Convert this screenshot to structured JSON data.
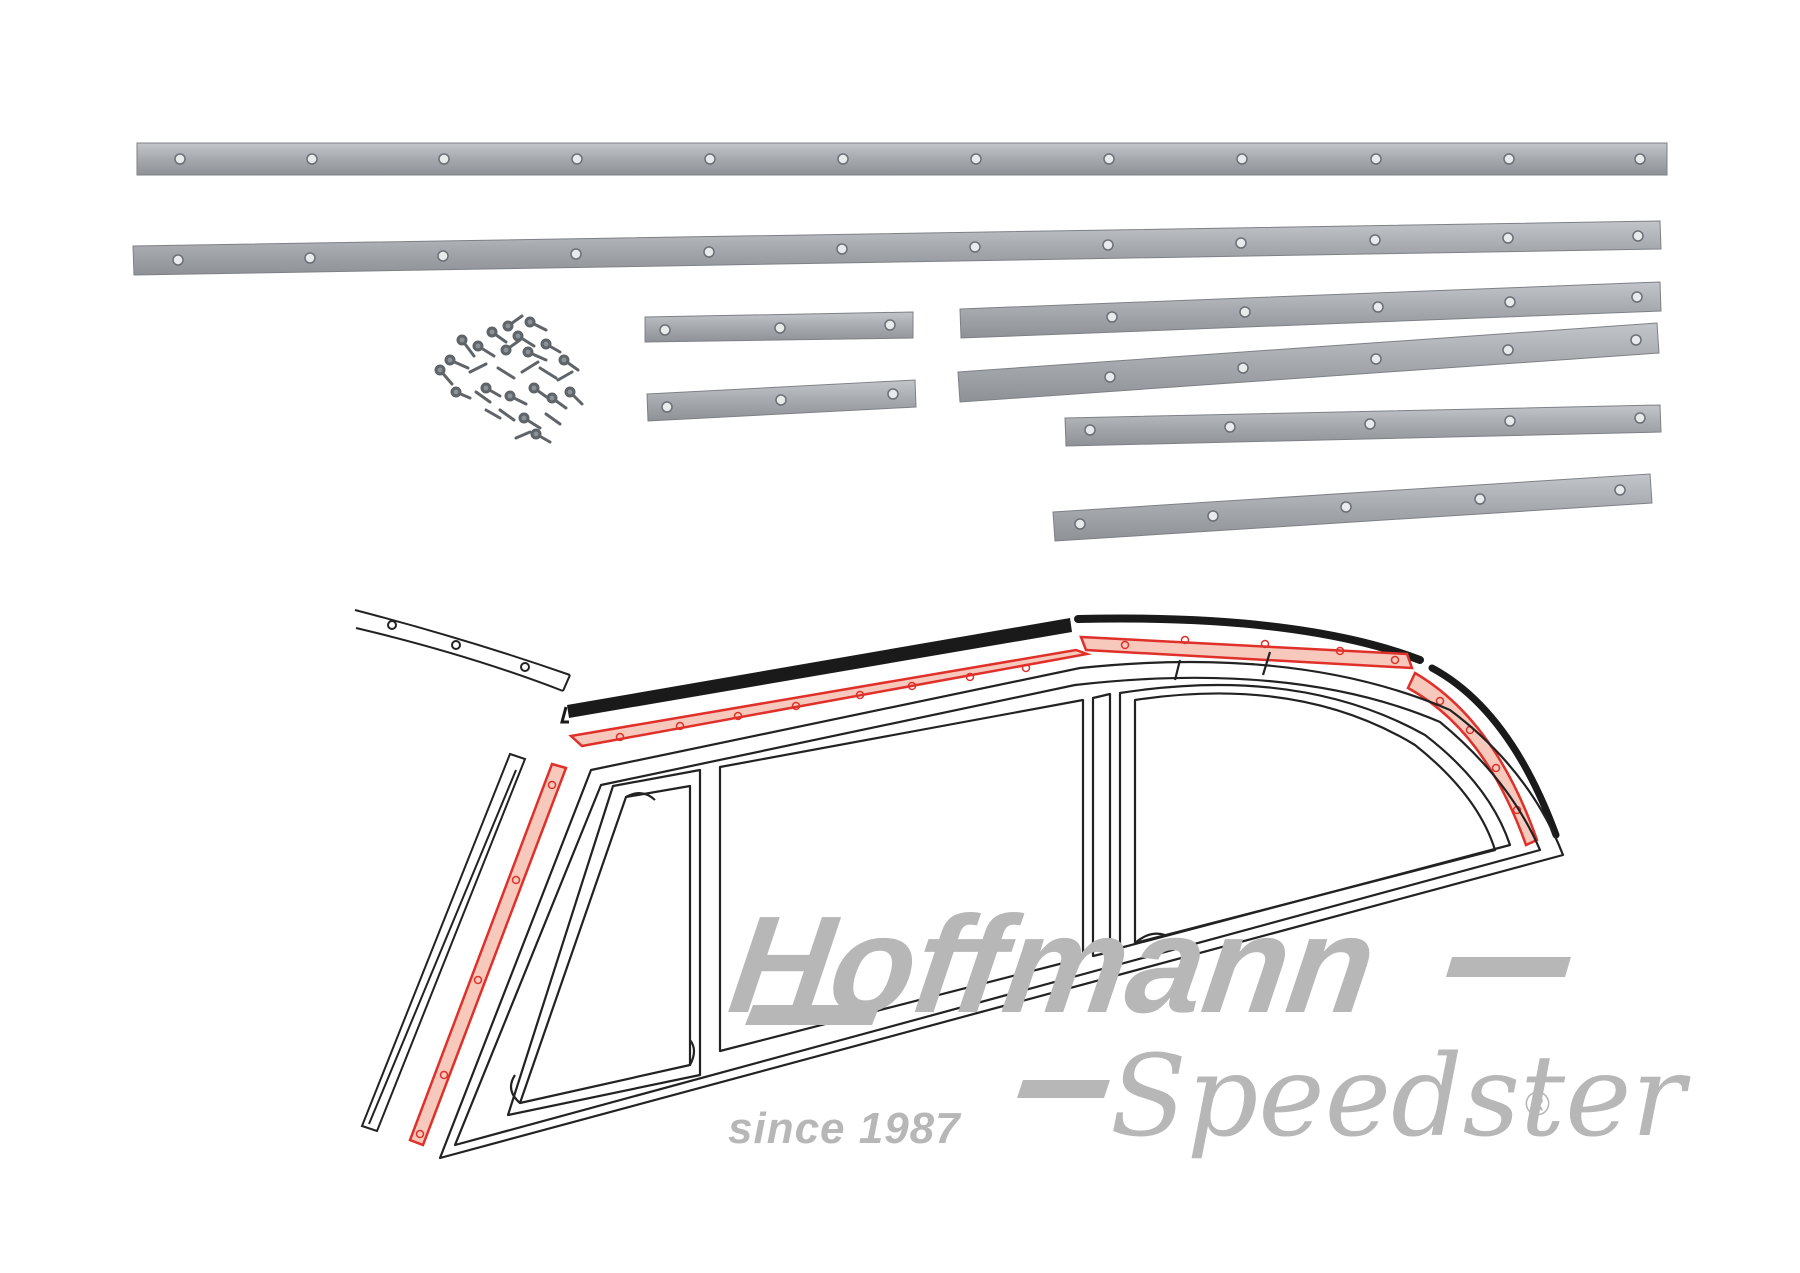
{
  "brand": {
    "name_line1": "Hoffmann",
    "name_line2": "Speedster",
    "registered_mark": "®",
    "tagline": "since 1987"
  },
  "colors": {
    "strip_metal": "#a9adb2",
    "strip_edge": "#7d8186",
    "seal_black": "#1a1a1a",
    "highlight_fill": "#f7c9bd",
    "highlight_stroke": "#e0302a",
    "line_art": "#222222",
    "logo_grey": "#b7b7b7"
  }
}
